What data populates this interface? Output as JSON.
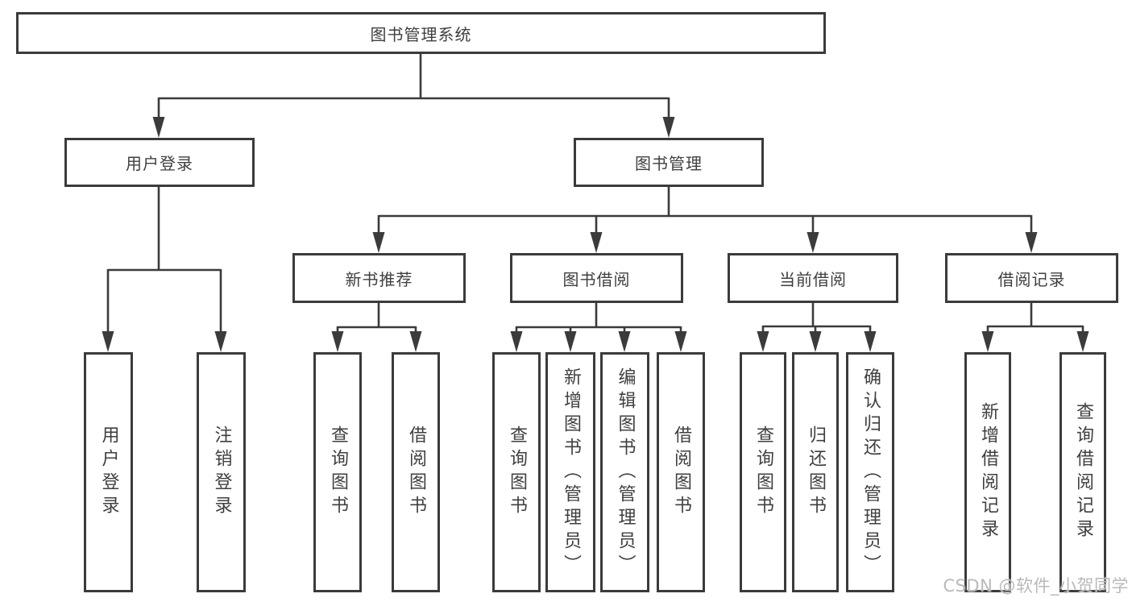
{
  "tree": {
    "root": {
      "label": "图书管理系统"
    },
    "branches": [
      {
        "label": "用户登录",
        "children": [
          {
            "label": "用户登录"
          },
          {
            "label": "注销登录"
          }
        ]
      },
      {
        "label": "图书管理",
        "children": [
          {
            "label": "新书推荐",
            "children": [
              {
                "label": "查询图书"
              },
              {
                "label": "借阅图书"
              }
            ]
          },
          {
            "label": "图书借阅",
            "children": [
              {
                "label": "查询图书"
              },
              {
                "label": "新增图书（管理员）"
              },
              {
                "label": "编辑图书（管理员）"
              },
              {
                "label": "借阅图书"
              }
            ]
          },
          {
            "label": "当前借阅",
            "children": [
              {
                "label": "查询图书"
              },
              {
                "label": "归还图书"
              },
              {
                "label": "确认归还（管理员）"
              }
            ]
          },
          {
            "label": "借阅记录",
            "children": [
              {
                "label": "新增借阅记录"
              },
              {
                "label": "查询借阅记录"
              }
            ]
          }
        ]
      }
    ]
  },
  "watermark": "CSDN @软件_小贺同学",
  "colors": {
    "line": "#3b3b3b",
    "text": "#3f3f3f",
    "background": "#ffffff",
    "watermark": "#b9b9b9"
  }
}
